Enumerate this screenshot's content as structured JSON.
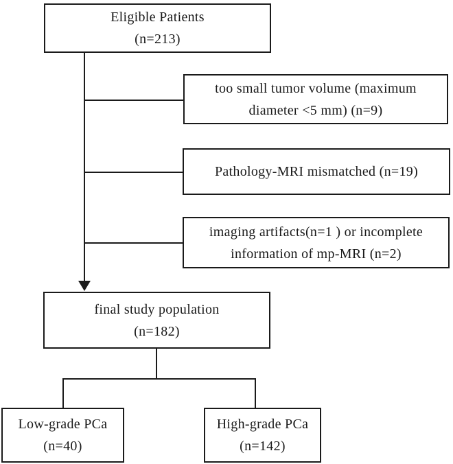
{
  "palette": {
    "background": "#ffffff",
    "line": "#1a1a1a",
    "text": "#1a1a1a"
  },
  "nodes": {
    "eligible": {
      "lines": [
        "Eligible Patients",
        "(n=213)"
      ]
    },
    "exclusion_small_volume": {
      "lines": [
        "too small tumor volume (maximum",
        "diameter <5 mm) (n=9)"
      ]
    },
    "exclusion_mismatch": {
      "lines": [
        "Pathology-MRI mismatched (n=19)"
      ]
    },
    "exclusion_artifacts": {
      "lines": [
        "imaging artifacts(n=1 ) or incomplete",
        "information of mp-MRI (n=2)"
      ]
    },
    "final_population": {
      "lines": [
        "final study population",
        "(n=182)"
      ]
    },
    "low_grade": {
      "lines": [
        "Low-grade PCa",
        "(n=40)"
      ]
    },
    "high_grade": {
      "lines": [
        "High-grade PCa",
        "(n=142)"
      ]
    }
  },
  "edges": [
    {
      "from": "eligible",
      "to": "exclusion_small_volume"
    },
    {
      "from": "eligible",
      "to": "exclusion_mismatch"
    },
    {
      "from": "eligible",
      "to": "exclusion_artifacts"
    },
    {
      "from": "eligible",
      "to": "final_population",
      "arrow": true
    },
    {
      "from": "final_population",
      "to": "low_grade"
    },
    {
      "from": "final_population",
      "to": "high_grade"
    }
  ]
}
